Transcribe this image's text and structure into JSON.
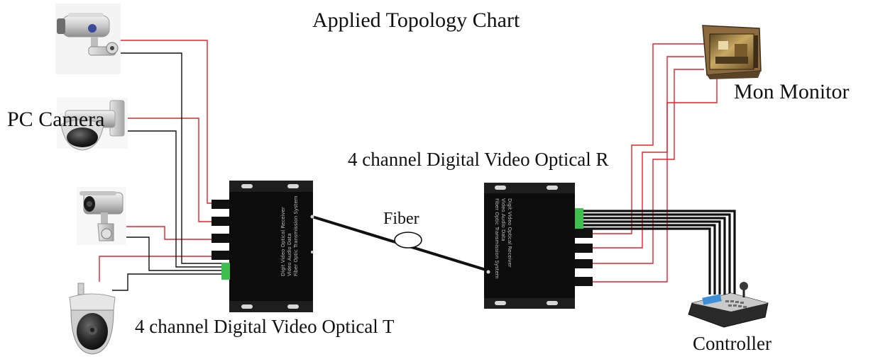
{
  "diagram": {
    "title": "Applied Topology Chart",
    "labels": {
      "pc_camera": "PC Camera",
      "monitor": "Mon Monitor",
      "receiver": "4 channel Digital Video Optical  R",
      "fiber": "Fiber",
      "transmitter": "4 channel Digital Video Optical  T",
      "controller": "Controller"
    },
    "device_text": {
      "line1": "Digit Video Optical Receiver",
      "line2": "Video Audio Data",
      "line3": "Fiber Optic Transmission System"
    },
    "colors": {
      "video_line": "#e8202a",
      "data_line": "#111111",
      "device_body": "#0c0c0c",
      "data_port": "#3fbf4f"
    },
    "icons": [
      "bullet-camera-icon",
      "dome-camera-icon",
      "ir-camera-icon",
      "speed-dome-camera-icon",
      "crt-monitor-icon",
      "ptz-controller-keyboard-icon"
    ]
  }
}
